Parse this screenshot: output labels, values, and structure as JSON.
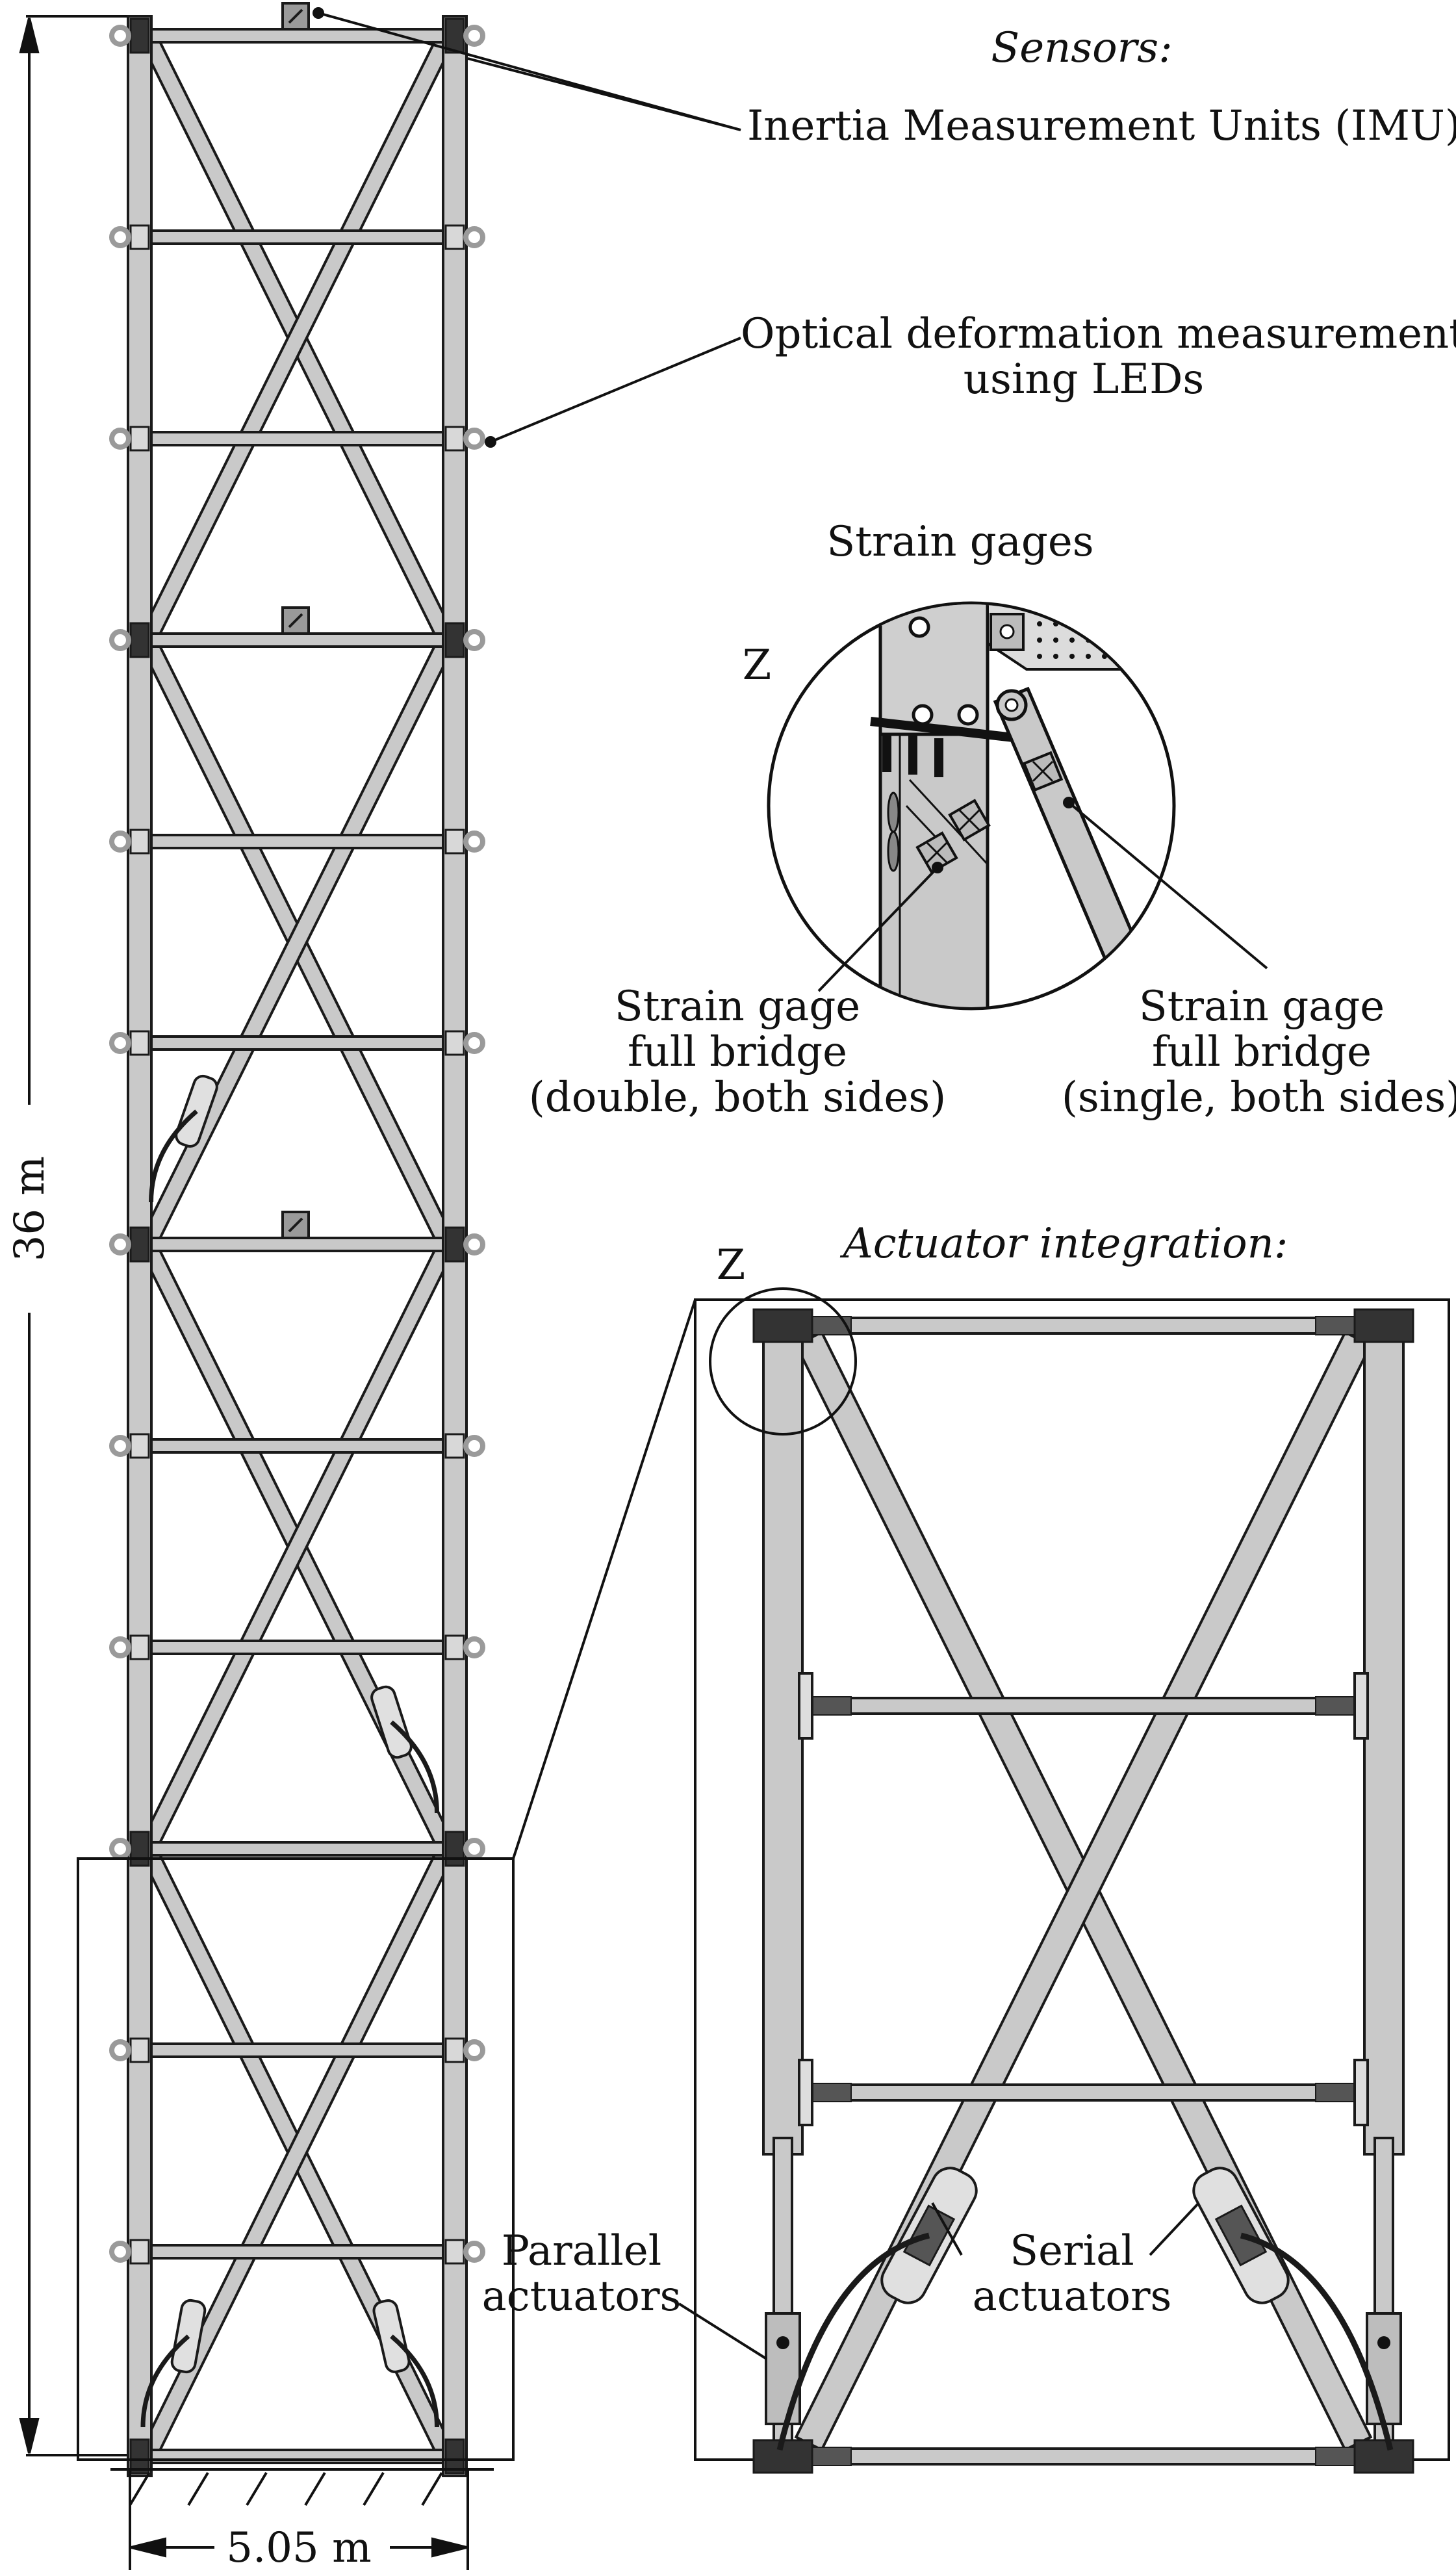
{
  "labels": {
    "sensors_heading": "Sensors:",
    "imu": "Inertia Measurement Units (IMU)",
    "optical_line1": "Optical deformation measurement",
    "optical_line2": "using LEDs",
    "strain_gages": "Strain gages",
    "detail_marker": "Z",
    "sg_double_line1": "Strain gage",
    "sg_double_line2": "full bridge",
    "sg_double_line3": "(double, both sides)",
    "sg_single_line1": "Strain gage",
    "sg_single_line2": "full bridge",
    "sg_single_line3": "(single, both sides)",
    "actuator_heading": "Actuator integration:",
    "parallel_line1": "Parallel",
    "parallel_line2": "actuators",
    "serial_line1": "Serial",
    "serial_line2": "actuators",
    "height_dim": "36 m",
    "width_dim": "5.05 m"
  },
  "colors": {
    "member_fill": "#c9c9c9",
    "member_stroke": "#1a1a1a",
    "led_ring": "#9a9a9a",
    "background": "#ffffff"
  },
  "icons": [
    "imu-sensor-icon",
    "led-marker-icon",
    "strain-gage-icon",
    "ground-hatch-icon"
  ]
}
